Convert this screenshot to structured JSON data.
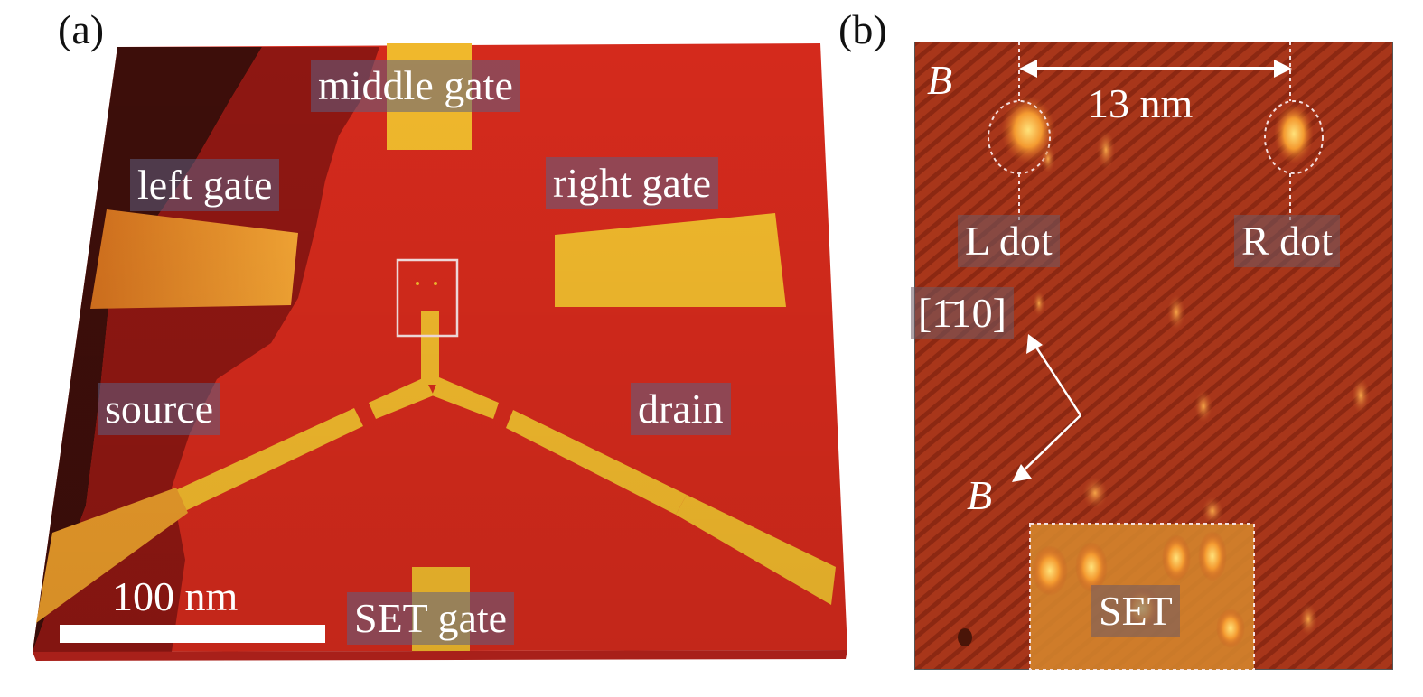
{
  "panel_a": {
    "label": "(a)",
    "electrodes": {
      "middle_gate": "middle gate",
      "left_gate": "left gate",
      "right_gate": "right gate",
      "source": "source",
      "drain": "drain",
      "set_gate": "SET gate"
    },
    "scale_bar_label": "100 nm"
  },
  "panel_b": {
    "label": "(b)",
    "field_top": "B",
    "distance": "13 nm",
    "left_dot": "L dot",
    "right_dot": "R dot",
    "crystal_direction": "[1̄10]",
    "field_arrow": "B",
    "set_label": "SET"
  },
  "colors": {
    "substrate": "#d42a1c",
    "gate_gold": "#f0b82c",
    "terrace_dark": "#3a0c08",
    "terrace_mid": "#8e1712",
    "stm_background": "#a8361a"
  }
}
